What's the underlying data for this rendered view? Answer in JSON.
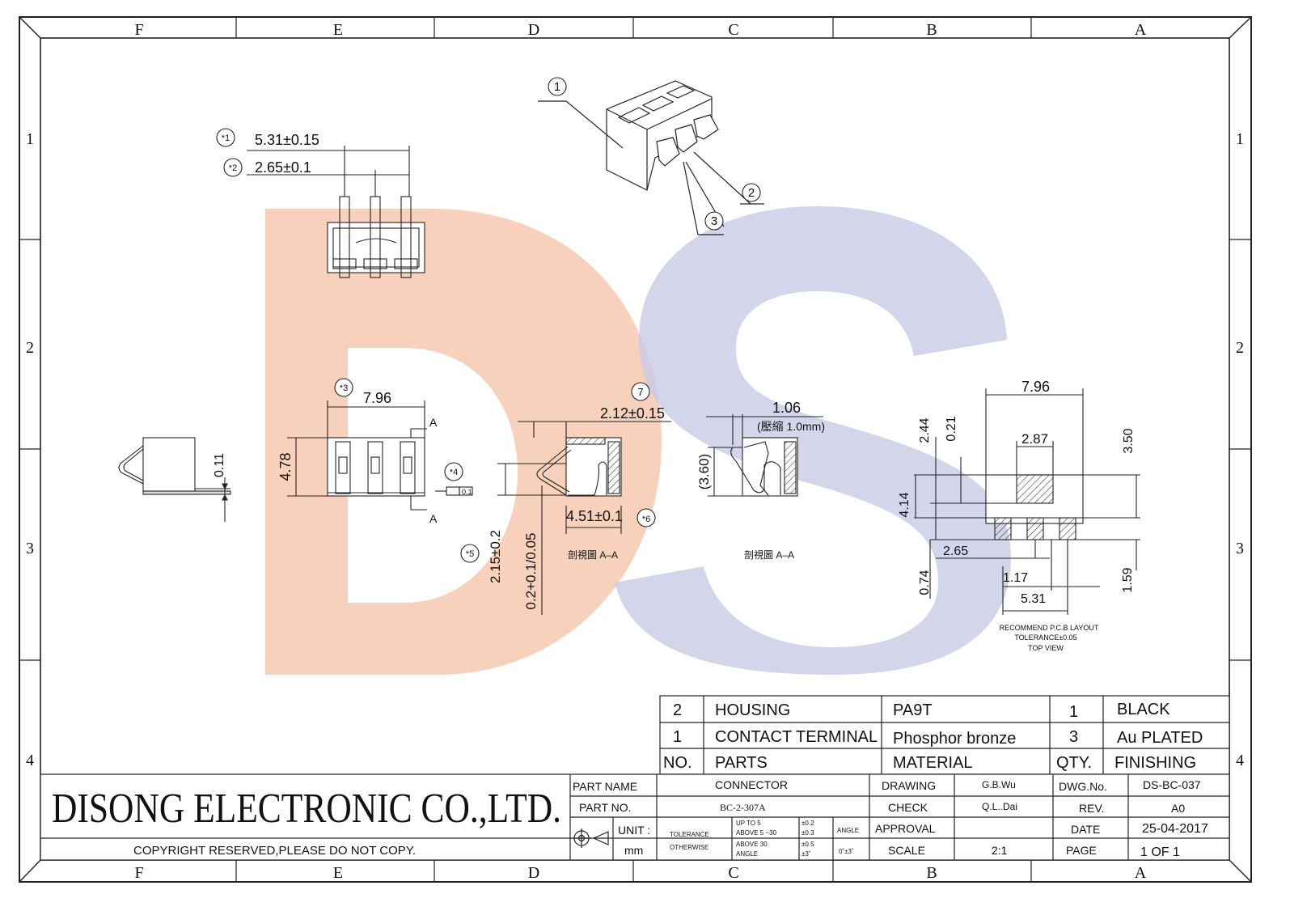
{
  "frame": {
    "columns_top": [
      "F",
      "E",
      "D",
      "C",
      "B",
      "A"
    ],
    "columns_bottom": [
      "F",
      "E",
      "D",
      "C",
      "B",
      "A"
    ],
    "rows_left": [
      "1",
      "2",
      "3",
      "4"
    ],
    "rows_right": [
      "1",
      "2",
      "3",
      "4"
    ]
  },
  "watermark": {
    "text": "DS",
    "color_d": "#f6c9b0",
    "color_s": "#c8cbe6"
  },
  "views": {
    "iso": {
      "callouts": [
        "1",
        "2",
        "3"
      ]
    },
    "top": {
      "note1": "*1",
      "dim1": "5.31±0.15",
      "note2": "*2",
      "dim2": "2.65±0.1"
    },
    "side": {
      "dim": "0.11"
    },
    "front": {
      "note3": "*3",
      "width": "7.96",
      "height": "4.78",
      "note4": "*4",
      "flatness": "0.1",
      "section_mark_top": "A",
      "section_mark_bottom": "A"
    },
    "section1": {
      "note7": "7",
      "dim_top": "2.12±0.15",
      "dim_bottom": "4.51±0.1",
      "note6": "*6",
      "note5": "*5",
      "dim_v1": "2.15±0.2",
      "dim_v2": "0.2+0.1/0.05",
      "title": "剖視圖 A–A"
    },
    "section2": {
      "dim_top": "1.06",
      "dim_top_note": "(壓縮 1.0mm)",
      "dim_v": "(3.60)",
      "title": "剖視圖 A–A"
    },
    "pcb": {
      "width": "7.96",
      "pad_width": "2.87",
      "dim_244": "2.44",
      "dim_021": "0.21",
      "dim_350": "3.50",
      "dim_414": "4.14",
      "dim_265": "2.65",
      "dim_117": "1.17",
      "dim_531": "5.31",
      "dim_074": "0.74",
      "dim_159": "1.59",
      "caption1": "RECOMMEND P.C.B LAYOUT",
      "caption2": "TOLERANCE±0.05",
      "caption3": "TOP VIEW"
    }
  },
  "bom": {
    "rows": [
      {
        "no": "2",
        "part": "HOUSING",
        "material": "PA9T",
        "qty": "1",
        "finish": "BLACK"
      },
      {
        "no": "1",
        "part": "CONTACT TERMINAL",
        "material": "Phosphor bronze",
        "qty": "3",
        "finish": "Au PLATED"
      }
    ],
    "header": {
      "no": "NO.",
      "part": "PARTS",
      "material": "MATERIAL",
      "qty": "QTY.",
      "finish": "FINISHING"
    }
  },
  "title_block": {
    "company": "DISONG ELECTRONIC CO.,LTD.",
    "copyright": "COPYRIGHT RESERVED,PLEASE DO NOT COPY.",
    "part_name_label": "PART NAME",
    "part_name": "CONNECTOR",
    "part_no_label": "PART NO.",
    "part_no": "BC-2-307A",
    "unit_label": "UNIT :",
    "unit": "mm",
    "tolerance1": "TOLERANCE",
    "tolerance2": "OTHERWISE",
    "tol_up5": "UP TO 5",
    "tol_up5_v": "±0.2",
    "tol_5_30": "ABOVE 5 ~30",
    "tol_5_30_v": "±0.3",
    "tol_30": "ABOVE 30",
    "tol_30_v": "±0.5",
    "tol_angle": "ANGLE",
    "tol_angle_v": "±3˚",
    "angle_label": "ANGLE",
    "angle_val": "0˚±3˚",
    "drawing_label": "DRAWING",
    "drawing": "G.B.Wu",
    "check_label": "CHECK",
    "check": "Q.L..Dai",
    "approval_label": "APPROVAL",
    "approval": "",
    "scale_label": "SCALE",
    "scale": "2:1",
    "dwg_label": "DWG.No.",
    "dwg": "DS-BC-037",
    "rev_label": "REV.",
    "rev": "A0",
    "date_label": "DATE",
    "date": "25-04-2017",
    "page_label": "PAGE",
    "page": "1 OF 1"
  }
}
